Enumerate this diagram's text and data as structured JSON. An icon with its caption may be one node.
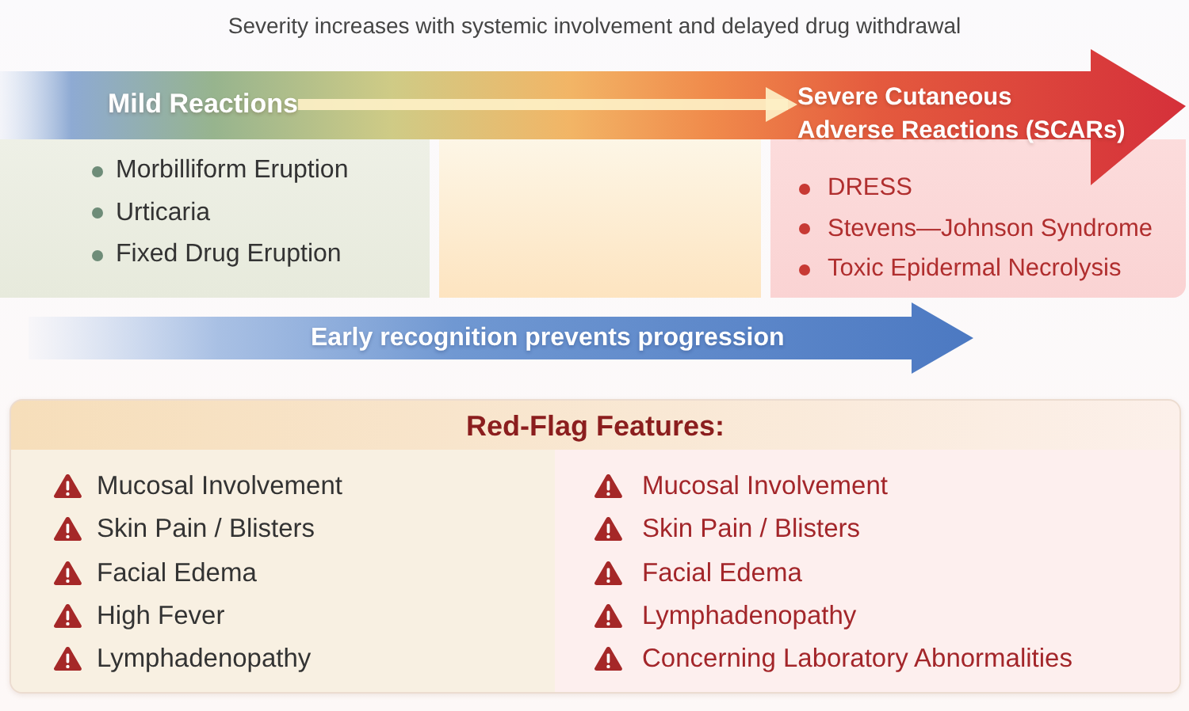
{
  "diagram": {
    "title": "Severity increases with systemic involvement and delayed drug withdrawal",
    "nodes": [
      {
        "text": [
          "Mild Reactions"
        ]
      },
      {
        "text": [
          "Severe Cutaneous Adverse Reactions (SCARs)"
        ]
      },
      {
        "text": [
          "Morbilliform Eruption",
          "Urticaria",
          "Fixed Drug Eruption"
        ]
      },
      {
        "text": [],
        "shape": "box"
      },
      {
        "text": [
          "DRESS",
          "Stevens—Johnson Syndrome",
          "Toxic Epidermal Necrolysis"
        ]
      },
      {
        "text": [
          "Early recognition prevents progression"
        ]
      },
      {
        "text": [
          "Red-Flag Features:"
        ]
      },
      {
        "text": [
          "Mucosal Involvement",
          "Skin Pain / Blisters",
          "Facial Edema",
          "High Fever",
          "Lymphadenopathy"
        ],
        "in": 6
      },
      {
        "text": [
          "Mucosal Involvement",
          "Skin Pain / Blisters",
          "Facial Edema",
          "Lymphadenopathy",
          "Concerning Laboratory Abnormalities"
        ],
        "in": 6
      }
    ],
    "edges": [
      {
        "from": 0,
        "to": 1,
        "arrow": "to"
      }
    ]
  }
}
